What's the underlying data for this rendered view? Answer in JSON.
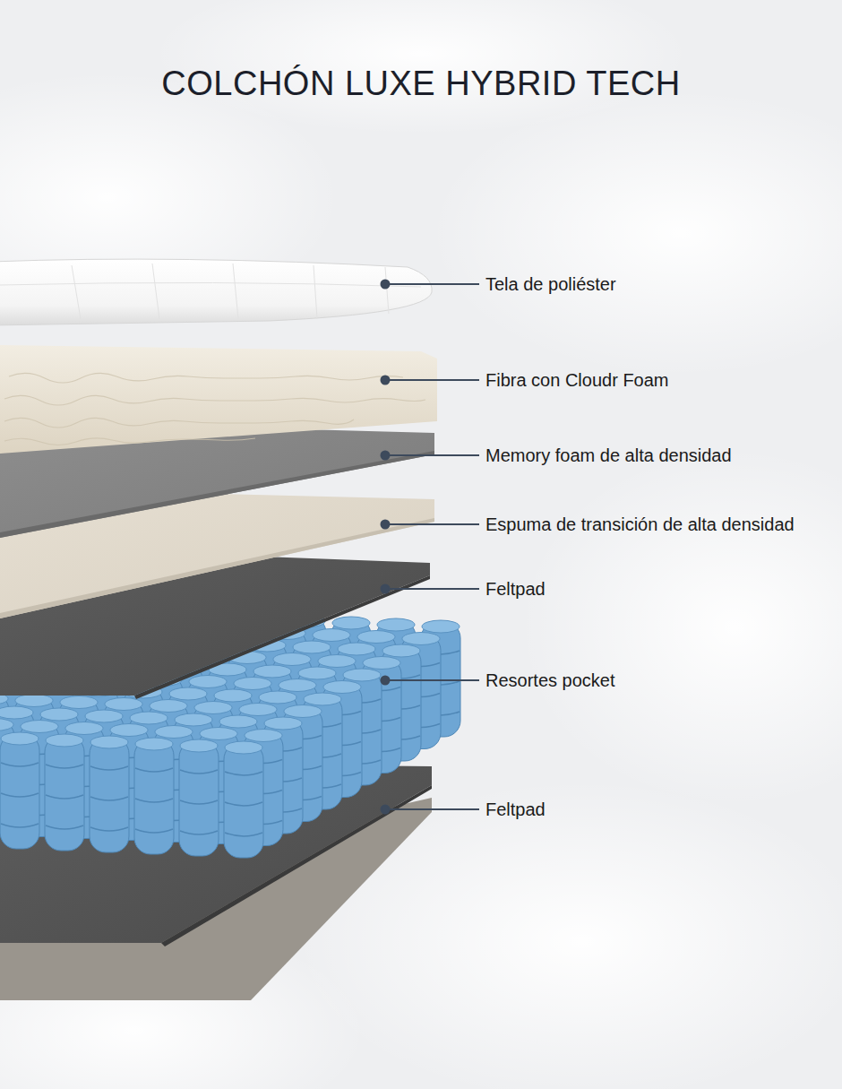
{
  "diagram": {
    "title": "COLCHÓN LUXE HYBRID TECH",
    "labels": [
      "Tela de poliéster",
      "Fibra con Cloudr Foam",
      "Memory foam de alta densidad",
      "Espuma de transición de alta densidad",
      "Feltpad",
      "Resortes pocket",
      "Feltpad"
    ]
  }
}
